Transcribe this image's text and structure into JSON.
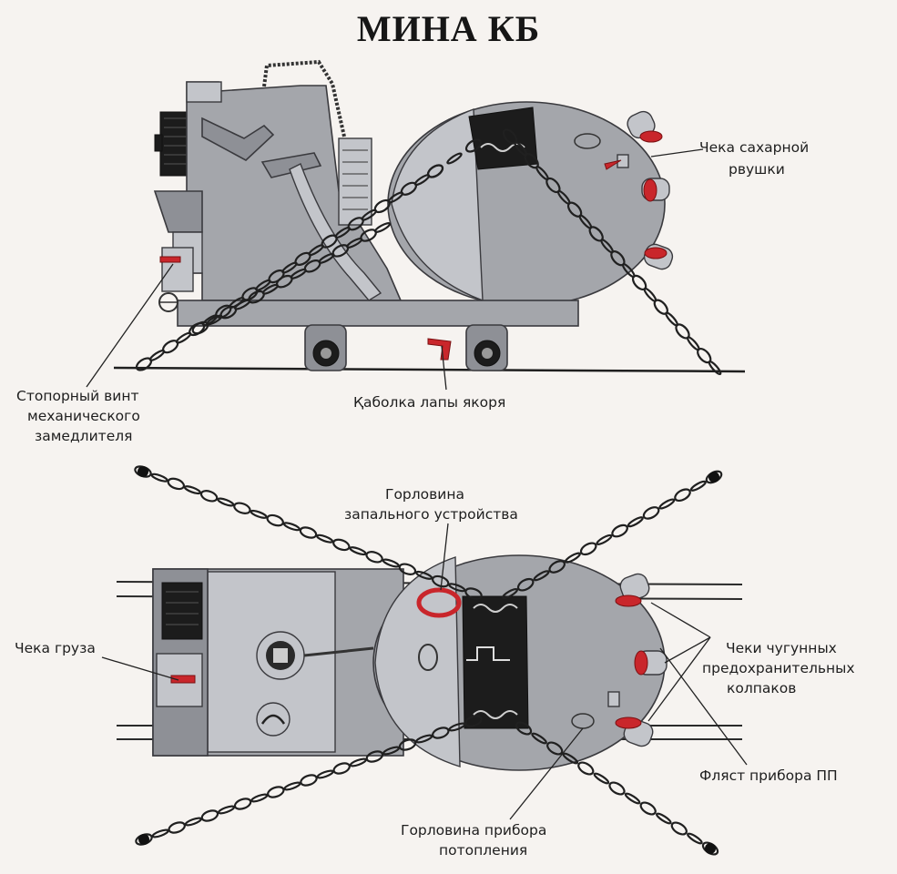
{
  "title": "МИНА КБ",
  "labels": {
    "sugar_pin_1": "Чека сахарной",
    "sugar_pin_2": "рвушки",
    "stop_screw_1": "Стопорный винт",
    "stop_screw_2": "механического",
    "stop_screw_3": "замедлителя",
    "anchor_shoe": "Қаболка лапы якоря",
    "igniter_neck_1": "Горловина",
    "igniter_neck_2": "запального устройства",
    "weight_pin": "Чека груза",
    "cast_caps_1": "Чеки чугунных",
    "cast_caps_2": "предохранительных",
    "cast_caps_3": "колпаков",
    "flask_pp": "Фляст прибора ПП",
    "flood_neck_1": "Горловина прибора",
    "flood_neck_2": "потопления"
  },
  "colors": {
    "metal": "#a4a6ab",
    "metal_dark": "#8e9096",
    "outline": "#3a3a3e",
    "accent_red": "#c9262b",
    "background": "#f6f3f0"
  }
}
